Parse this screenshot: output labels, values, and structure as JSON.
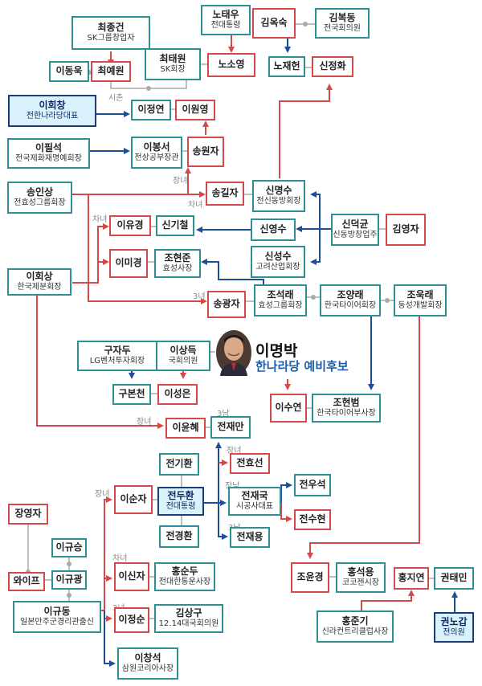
{
  "center": {
    "name": "이명박",
    "role": "한나라당 예비후보"
  },
  "relation_labels": {
    "sachon": "시촌",
    "jangnyeo": "장녀",
    "chanyeo": "차녀",
    "samnyeo": "3녀",
    "samnam": "3남",
    "jangnam": "장남"
  },
  "people": {
    "choi_jonggeon": {
      "name": "최종건",
      "role": "SK그룹창업자"
    },
    "choi_taewon": {
      "name": "최태원",
      "role": "SK회장"
    },
    "lee_donguk": {
      "name": "이동욱"
    },
    "choi_yewon": {
      "name": "최예원"
    },
    "roh_taewoo": {
      "name": "노태우",
      "role": "전대통령"
    },
    "kim_oksuk": {
      "name": "김옥숙"
    },
    "kim_bokdong": {
      "name": "김복동",
      "role": "전국회의원"
    },
    "roh_soyoung": {
      "name": "노소영"
    },
    "roh_jaeheon": {
      "name": "노재헌"
    },
    "shin_junghwa": {
      "name": "신정화"
    },
    "lee_hoechang": {
      "name": "이회창",
      "role": "전한나라당대표"
    },
    "lee_jeongyeon": {
      "name": "이정연"
    },
    "lee_wonyoung": {
      "name": "이원영"
    },
    "lee_pilseok": {
      "name": "이필석",
      "role": "전국제화재명예회장"
    },
    "lee_bongseo": {
      "name": "이봉서",
      "role": "전상공부장관"
    },
    "song_wonja": {
      "name": "송원자"
    },
    "song_insang": {
      "name": "송인상",
      "role": "전효성그룹회장"
    },
    "song_gilja": {
      "name": "송길자"
    },
    "shin_myeongsu": {
      "name": "신명수",
      "role": "전신동방회장"
    },
    "lee_yugyeong": {
      "name": "이유경"
    },
    "shin_gicheol": {
      "name": "신기철"
    },
    "shin_yeongsu": {
      "name": "신영수"
    },
    "shin_deokgyun": {
      "name": "신덕균",
      "role": "신동방창업주"
    },
    "kim_yeongja": {
      "name": "김영자"
    },
    "lee_migyeong": {
      "name": "이미경"
    },
    "cho_hyunjun": {
      "name": "조현준",
      "role": "효성사장"
    },
    "shin_seongsu": {
      "name": "신성수",
      "role": "고려산업회장"
    },
    "lee_hoesang": {
      "name": "이회상",
      "role": "한국제분회장"
    },
    "song_gwangja": {
      "name": "송광자"
    },
    "cho_seokrae": {
      "name": "조석래",
      "role": "효성그룹회장"
    },
    "cho_yangrae": {
      "name": "조양래",
      "role": "한국타이어회장"
    },
    "cho_ukrae": {
      "name": "조욱래",
      "role": "동성개발회장"
    },
    "koo_jadu": {
      "name": "구자두",
      "role": "LG벤처투자회장"
    },
    "lee_sangdeuk": {
      "name": "이상득",
      "role": "국회의원"
    },
    "koo_boncheon": {
      "name": "구본천"
    },
    "lee_seongeun": {
      "name": "이성은"
    },
    "lee_suyeon": {
      "name": "이수연"
    },
    "cho_hyunbeom": {
      "name": "조현범",
      "role": "한국타이어부사장"
    },
    "lee_yunhye": {
      "name": "이윤혜"
    },
    "jeon_jaeman": {
      "name": "전재만"
    },
    "jeon_gihwan": {
      "name": "전기환"
    },
    "jeon_hyoseon": {
      "name": "전효선"
    },
    "jeon_duhwan": {
      "name": "전두환",
      "role": "전대통령"
    },
    "lee_sunja": {
      "name": "이순자"
    },
    "jeon_jaeguk": {
      "name": "전재국",
      "role": "시공사대표"
    },
    "jeon_useok": {
      "name": "전우석"
    },
    "jeon_suhyeon": {
      "name": "전수현"
    },
    "jeon_gyeonghwan": {
      "name": "전경환"
    },
    "jeon_jaeyong": {
      "name": "전재용"
    },
    "jang_yeongja": {
      "name": "장영자"
    },
    "lee_gyuseung": {
      "name": "이규승"
    },
    "wife": {
      "name": "와이프"
    },
    "lee_gyugwang": {
      "name": "이규광"
    },
    "lee_sinja": {
      "name": "이신자"
    },
    "hong_sundu": {
      "name": "홍순두",
      "role": "전대한통운사장"
    },
    "lee_gyudong": {
      "name": "이규동",
      "role": "일본만주군경리관출신"
    },
    "lee_jeongsun": {
      "name": "이정순"
    },
    "kim_sanggu": {
      "name": "김상구",
      "role": "12.14대국회의원"
    },
    "lee_changseok": {
      "name": "이창석",
      "role": "삼원코리아사장"
    },
    "cho_yungyeong": {
      "name": "조윤경"
    },
    "hong_seokyong": {
      "name": "홍석용",
      "role": "코코젠시장"
    },
    "hong_jiyeon": {
      "name": "홍지연"
    },
    "kwon_taemin": {
      "name": "권태민"
    },
    "hong_jungi": {
      "name": "홍준기",
      "role": "신라컨트리클럽사장"
    },
    "kwon_nogap": {
      "name": "권노갑",
      "role": "전의원"
    }
  }
}
